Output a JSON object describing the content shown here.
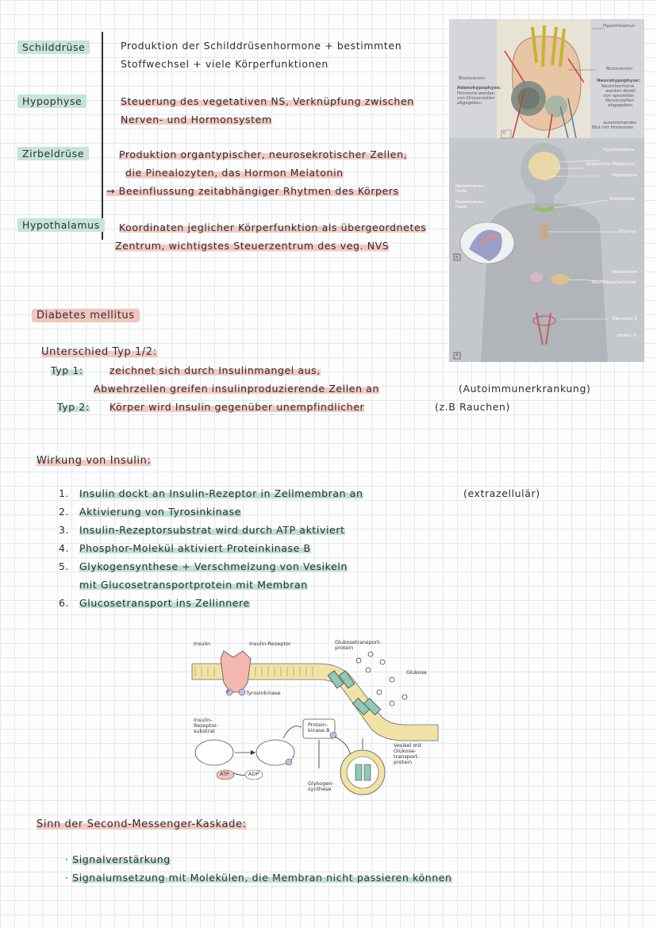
{
  "glands": [
    {
      "name": "Schilddrüse",
      "lines": [
        "Produktion der Schilddrüsenhormone + bestimmten",
        "Stoffwechsel + viele Körperfunktionen"
      ]
    },
    {
      "name": "Hypophyse",
      "lines": [
        "Steuerung des vegetativen NS, Verknüpfung zwischen",
        "Nerven- und Hormonsystem"
      ]
    },
    {
      "name": "Zirbeldrüse",
      "lines": [
        "Produktion organtypischer, neurosekrotischer Zellen,",
        "die Pinealozyten, das Hormon Melatonin",
        "→ Beeinflussung zeitabhängiger Rhytmen des Körpers"
      ]
    },
    {
      "name": "Hypothalamus",
      "lines": [
        "Koordinaten jeglicher Körperfunktion als übergeordnetes",
        "Zentrum, wichtigstes Steuerzentrum des veg. NVS"
      ]
    }
  ],
  "photo_labels": {
    "hypothalamus_top": "Hypothalamus",
    "blutzustrom_left": "Blutzustrom",
    "blutzustrom_right": "Blutzustrom",
    "adeno_title": "Adenohypophyse:",
    "adeno_text": [
      "Hormone werden",
      "von Drüsenzellen",
      "abgegeben"
    ],
    "neuro_title": "Neurohypophyse:",
    "neuro_text": [
      "Neurohormone",
      "werden direkt",
      "von speziellen",
      "Nervenzellen",
      "abgegeben"
    ],
    "ausstroemend": [
      "ausströmendes",
      "Blut mit Hormonen"
    ],
    "letter_c": "C",
    "letter_b": "B",
    "letter_a": "A",
    "hypothalamus_mid": "Hypothalamus",
    "zirbeldruese": "Zirbeldrüse (Epiphyse)",
    "hypophyse": "Hypophyse",
    "nebennierenrinde": [
      "Nebennieren-",
      "rinde"
    ],
    "nebennierenmark": [
      "Nebennieren-",
      "mark"
    ],
    "schilddruese": "Schilddrüse",
    "thymus": "Thymus",
    "nebenniere": "Nebenniere",
    "bauchspeicheldruese": "Bauchspeicheldrüse",
    "eierstock": "Eierstock ♀",
    "hoden": "Hoden ♂"
  },
  "diabetes": {
    "title": "Diabetes mellitus",
    "subtitle": "Unterschied Typ 1/2:",
    "typ1_label": "Typ 1:",
    "typ1_text": "zeichnet sich durch Insulinmangel aus,",
    "typ1_text2": "Abwehrzellen greifen insulinproduzierende Zellen an",
    "typ1_note": "(Autoimmunerkrankung)",
    "typ2_label": "Typ 2:",
    "typ2_text": "Körper wird Insulin gegenüber unempfindlicher",
    "typ2_note": "(z.B Rauchen)"
  },
  "insulin": {
    "title": "Wirkung von Insulin:",
    "steps": [
      {
        "num": "1.",
        "text": "Insulin dockt an Insulin-Rezeptor in Zellmembran an",
        "note": "(extrazellulär)"
      },
      {
        "num": "2.",
        "text": "Aktivierung von Tyrosinkinase",
        "note": ""
      },
      {
        "num": "3.",
        "text": "Insulin-Rezeptorsubstrat wird durch ATP aktiviert",
        "note": ""
      },
      {
        "num": "4.",
        "text": "Phosphor-Molekül aktiviert Proteinkinase B",
        "note": ""
      },
      {
        "num": "5.",
        "text": "Glykogensynthese + Verschmelzung von Vesikeln",
        "note": ""
      },
      {
        "num": "",
        "text": "mit Glucosetransportprotein mit Membran",
        "note": ""
      },
      {
        "num": "6.",
        "text": "Glucosetransport ins Zellinnere",
        "note": ""
      }
    ]
  },
  "diagram_labels": {
    "insulin": "Insulin",
    "rezeptor": "Insulin-Rezeptor",
    "transport1": "Glukosetransport-",
    "transport2": "protein",
    "glukose": "Glukose",
    "tyrosinkinase": "Tyrosinkinase",
    "substrat": [
      "Insulin-",
      "Rezeptor-",
      "substrat"
    ],
    "proteinkinase": [
      "Protein-",
      "kinase B"
    ],
    "vesikel": [
      "Vesikel mit",
      "Glukose-",
      "transport-",
      "protein"
    ],
    "atp": "ATP",
    "adp": "ADP",
    "glykogen": [
      "Glykogen-",
      "synthese"
    ],
    "p": "P"
  },
  "second_messenger": {
    "title": "Sinn der Second-Messenger-Kaskade:",
    "points": [
      "Signalverstärkung",
      "Signalumsetzung mit Molekülen, die Membran nicht passieren können"
    ]
  }
}
